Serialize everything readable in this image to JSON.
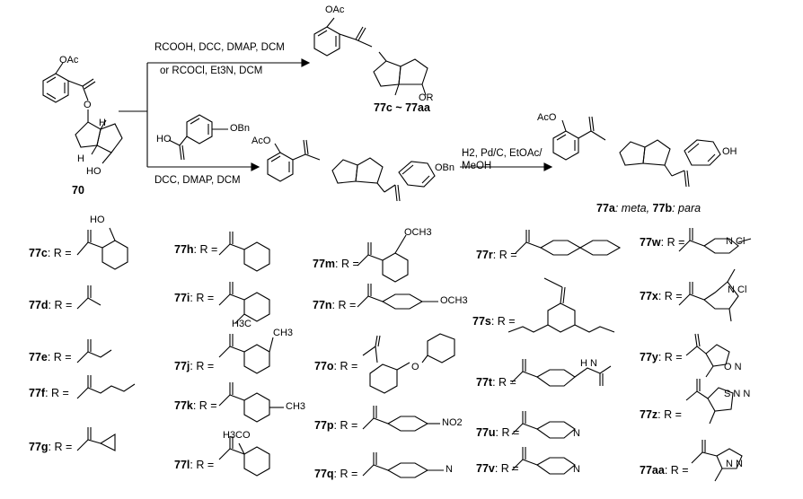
{
  "scheme": {
    "start_compound": "70",
    "start_oac": "OAc",
    "start_ho_bottom": "HO",
    "route1": {
      "cond_line1": "RCOOH, DCC, DMAP, DCM",
      "cond_line2": "or RCOCl, Et3N, DCM",
      "product_label": "77c ~ 77aa",
      "product_oac": "OAc",
      "product_or": "OR"
    },
    "route2": {
      "reagent_ho": "HO",
      "reagent_obn": "OBn",
      "cond_below": "DCC, DMAP, DCM",
      "inter_aco": "AcO",
      "inter_obn": "OBn"
    },
    "route3": {
      "cond_line1": "H2, Pd/C, EtOAc/",
      "cond_line2": "MeOH",
      "product_aco": "AcO",
      "product_oh": "OH",
      "product_label_a": "77a",
      "product_desc_a": ": meta, ",
      "product_label_b": "77b",
      "product_desc_b": ": para"
    },
    "atom_H": "H",
    "r_suffix": ": R =",
    "substituents": [
      {
        "id": "77c",
        "extra": "HO"
      },
      {
        "id": "77d",
        "extra": ""
      },
      {
        "id": "77e",
        "extra": ""
      },
      {
        "id": "77f",
        "extra": ""
      },
      {
        "id": "77g",
        "extra": ""
      },
      {
        "id": "77h",
        "extra": ""
      },
      {
        "id": "77i",
        "extra": "H3C"
      },
      {
        "id": "77j",
        "extra": "CH3"
      },
      {
        "id": "77k",
        "extra": "CH3"
      },
      {
        "id": "77l",
        "extra": "H3CO"
      },
      {
        "id": "77m",
        "extra": "OCH3"
      },
      {
        "id": "77n",
        "extra": "OCH3"
      },
      {
        "id": "77o",
        "extra": "O"
      },
      {
        "id": "77p",
        "extra": "NO2"
      },
      {
        "id": "77q",
        "extra": "N"
      },
      {
        "id": "77r",
        "extra": ""
      },
      {
        "id": "77s",
        "extra": ""
      },
      {
        "id": "77t",
        "extra": "H N"
      },
      {
        "id": "77u",
        "extra": "N"
      },
      {
        "id": "77v",
        "extra": "N"
      },
      {
        "id": "77w",
        "extra": "N  Cl"
      },
      {
        "id": "77x",
        "extra": "N  Cl"
      },
      {
        "id": "77y",
        "extra": "O  N"
      },
      {
        "id": "77z",
        "extra": "S  N  N"
      },
      {
        "id": "77aa",
        "extra": "N  N"
      }
    ]
  }
}
